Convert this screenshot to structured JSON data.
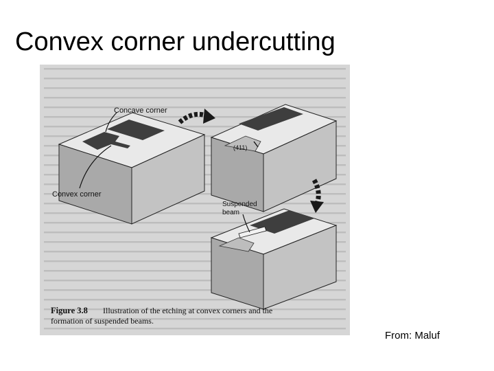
{
  "slide": {
    "title": "Convex corner undercutting",
    "credit": "From: Maluf"
  },
  "figure": {
    "labels": {
      "concave_corner": "Concave corner",
      "convex_corner": "Convex corner",
      "plane_411": "(411)",
      "suspended_beam_line1": "Suspended",
      "suspended_beam_line2": "beam"
    },
    "caption": {
      "number": "Figure 3.8",
      "line1": "Illustration of the etching at convex corners and the",
      "line2": "formation of suspended beams."
    },
    "colors": {
      "top_face": "#e9e9e9",
      "front_face": "#a9a9a9",
      "side_face": "#c3c3c3",
      "pit": "#3e3e3e",
      "arrow": "#1a1a1a"
    }
  }
}
